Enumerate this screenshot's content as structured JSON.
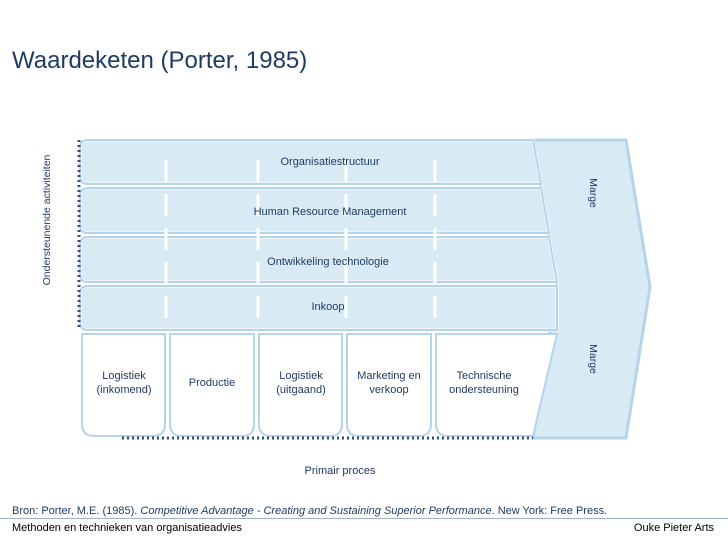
{
  "title": "Waardeketen (Porter, 1985)",
  "support_axis_label": "Ondersteunende activiteiten",
  "support_activities": [
    "Organisatiestructuur",
    "Human Resource Management",
    "Ontwikkeling technologie",
    "Inkoop"
  ],
  "primary_activities": [
    [
      "Logistiek",
      "(inkomend)"
    ],
    [
      "Productie"
    ],
    [
      "Logistiek",
      "(uitgaand)"
    ],
    [
      "Marketing en",
      "verkoop"
    ],
    [
      "Technische",
      "ondersteuning"
    ]
  ],
  "margin_label_top": "Marge",
  "margin_label_bottom": "Marge",
  "primary_axis_label": "Primair proces",
  "source": {
    "prefix": "Bron: Porter, M.E. (1985). ",
    "title": "Competitive Advantage - Creating and Sustaining Superior Performance",
    "suffix": ". New York: Free Press."
  },
  "footer_left": "Methoden en technieken van organisatieadvies",
  "footer_right": "Ouke Pieter Arts",
  "colors": {
    "fill_light": "#d8ebf5",
    "fill_white": "#ffffff",
    "stroke": "#b5d4ea",
    "dotted": "#2d4d86",
    "text": "#1f3b63"
  }
}
